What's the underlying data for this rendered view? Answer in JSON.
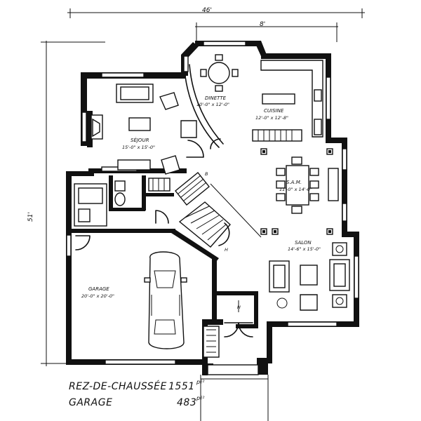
{
  "dimensions": {
    "width_top": "46'",
    "rear_bump": "8'",
    "depth_left": "51'"
  },
  "rooms": [
    {
      "id": "dinette",
      "name": "DINETTE",
      "size": "10'-0\" x 12'-0\""
    },
    {
      "id": "cuisine",
      "name": "CUISINE",
      "size": "12'-0\" x 12'-8\""
    },
    {
      "id": "sejour",
      "name": "SÉJOUR",
      "size": "15'-0\" x 15'-0\""
    },
    {
      "id": "sam",
      "name": "S.A.M.",
      "size": "11'-0\" x 14'-0\""
    },
    {
      "id": "salon",
      "name": "SALON",
      "size": "14'-6\" x 15'-0\""
    },
    {
      "id": "garage",
      "name": "GARAGE",
      "size": "20'-0\" x 20'-0\""
    }
  ],
  "stair_labels": {
    "up": "B",
    "down": "H"
  },
  "entry_label": "H",
  "summary": [
    {
      "label": "REZ-DE-CHAUSSÉE",
      "value": "1551",
      "unit": "pi²"
    },
    {
      "label": "GARAGE",
      "value": "483",
      "unit": "pi²"
    }
  ]
}
